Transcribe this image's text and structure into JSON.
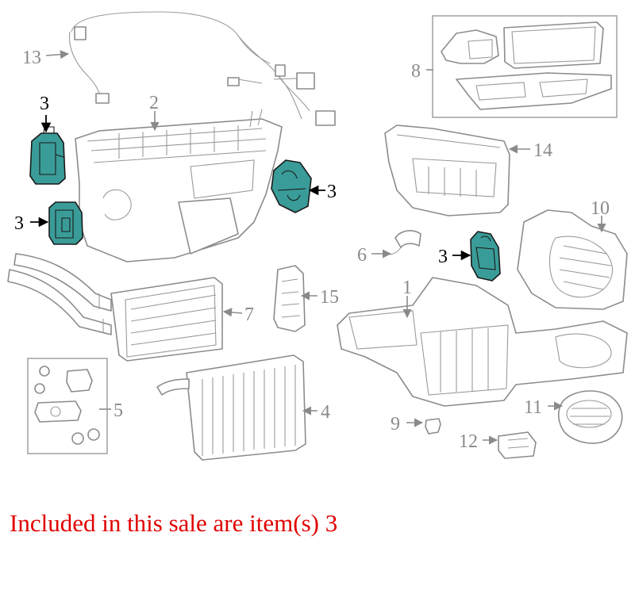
{
  "callouts": {
    "c1": "1",
    "c2": "2",
    "c3a": "3",
    "c3b": "3",
    "c3c": "3",
    "c3d": "3",
    "c4": "4",
    "c5": "5",
    "c6": "6",
    "c7": "7",
    "c8": "8",
    "c9": "9",
    "c10": "10",
    "c11": "11",
    "c12": "12",
    "c13": "13",
    "c14": "14",
    "c15": "15"
  },
  "colors": {
    "highlight": "#3a9c98",
    "caption": "#e00000",
    "lines": "#8c8c8c"
  },
  "caption": "Included in this sale are item(s) 3"
}
